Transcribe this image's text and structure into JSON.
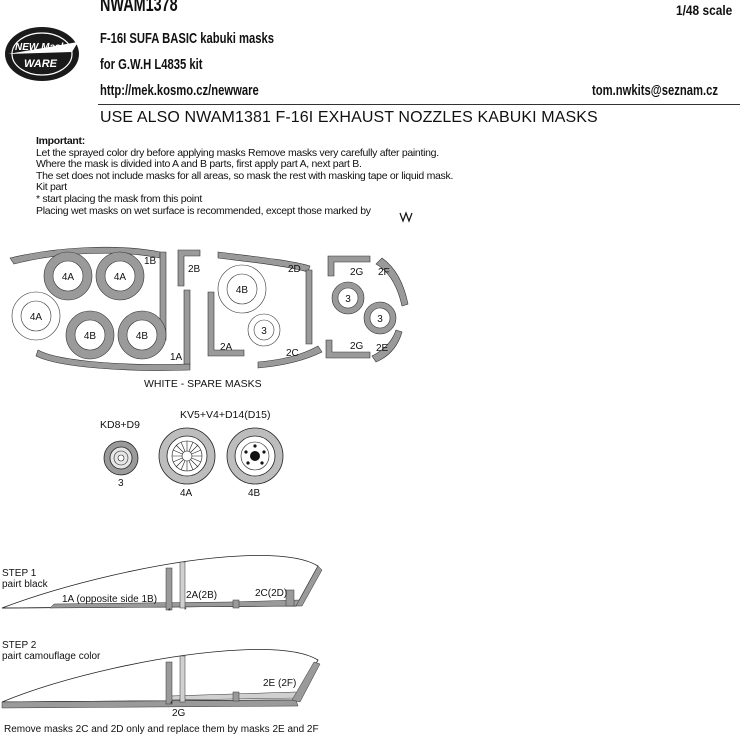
{
  "header": {
    "product_code": "NWAM1378",
    "scale": "1/48 scale",
    "title_line1": "F-16I SUFA BASIC kabuki masks",
    "title_line2": "for G.W.H L4835 kit",
    "url": "http://mek.kosmo.cz/newware",
    "email": "tom.nwkits@seznam.cz",
    "logo_text_top": "NEW Masks",
    "logo_text_bottom": "WARE"
  },
  "banner": "USE ALSO NWAM1381 F-16I EXHAUST NOZZLES KABUKI MASKS",
  "instructions": {
    "heading": "Important:",
    "lines": [
      "Let the sprayed color dry before applying masks Remove masks very carefully after painting.",
      "Where the mask is divided into A and B parts, first apply part A, next part B.",
      "The set does not include masks for all areas, so mask the rest with masking tape or liquid mask.",
      "Kit part",
      "* start placing the mask from this point",
      "Placing wet masks on wet surface is recommended, except those marked by"
    ]
  },
  "sheet": {
    "labels": {
      "1B": "1B",
      "1A": "1A",
      "2B": "2B",
      "2A": "2A",
      "2D": "2D",
      "2C": "2C",
      "2G_top": "2G",
      "2F": "2F",
      "2G_bottom": "2G",
      "2E": "2E",
      "4A_1": "4A",
      "4A_2": "4A",
      "4A_3": "4A",
      "4B_1": "4B",
      "4B_2": "4B",
      "4B_3": "4B",
      "3_1": "3",
      "3_2": "3",
      "3_3": "3"
    },
    "caption": "WHITE - SPARE MASKS"
  },
  "wheels": {
    "kit_label_small": "KD8+D9",
    "kit_label_large": "KV5+V4+D14(D15)",
    "label_3": "3",
    "label_4A": "4A",
    "label_4B": "4B"
  },
  "steps": {
    "step1_title": "STEP 1",
    "step1_sub": "pairt black",
    "step1_label_1": "1A (opposite side 1B)",
    "step1_label_2": "2A(2B)",
    "step1_label_3": "2C(2D)",
    "step2_title": "STEP 2",
    "step2_sub": "pairt camouflage color",
    "step2_label_1": "2E (2F)",
    "step2_label_2": "2G",
    "footer": "Remove masks 2C and 2D only and replace them by masks 2E and 2F"
  },
  "colors": {
    "mask_gray": "#9a9a9a",
    "ink": "#111111"
  }
}
